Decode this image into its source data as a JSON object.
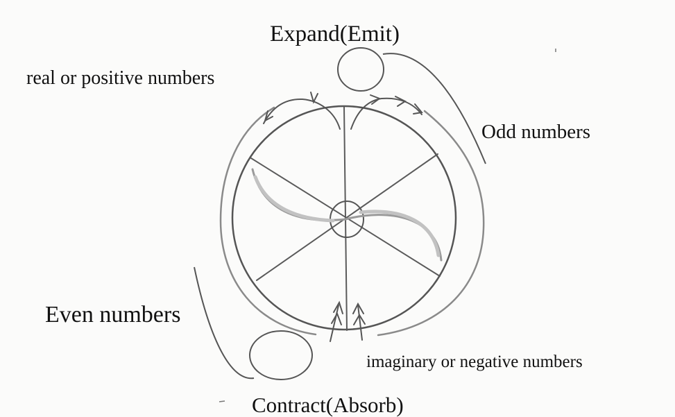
{
  "labels": {
    "expand": "Expand(Emit)",
    "real_positive": "real or positive numbers",
    "odd": "Odd numbers",
    "even": "Even numbers",
    "imaginary_negative": "imaginary or negative numbers",
    "contract": "Contract(Absorb)"
  },
  "colors": {
    "ink": "#4a4a4a",
    "pencil": "#9a9a9a",
    "text": "#111111"
  }
}
